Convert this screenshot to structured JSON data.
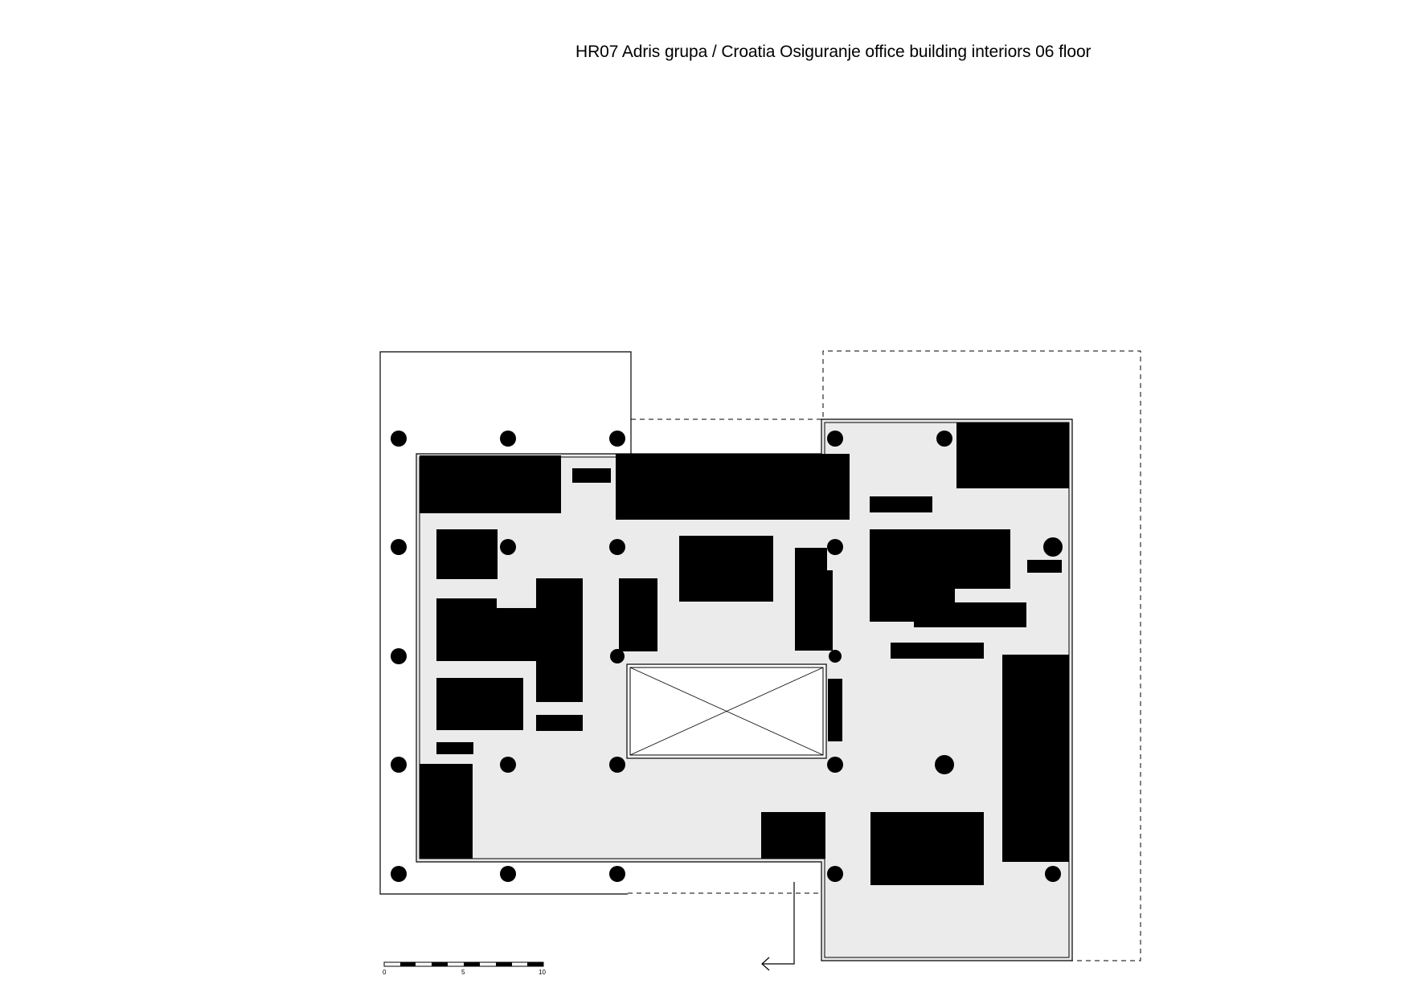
{
  "title": "HR07 Adris grupa / Croatia Osiguranje office building interiors 06 floor",
  "scale_bar": {
    "labels": [
      "0",
      "5",
      "10"
    ]
  },
  "colors": {
    "floor_fill": "#ebebeb",
    "solid": "#000000",
    "line": "#000000",
    "background": "#ffffff"
  }
}
